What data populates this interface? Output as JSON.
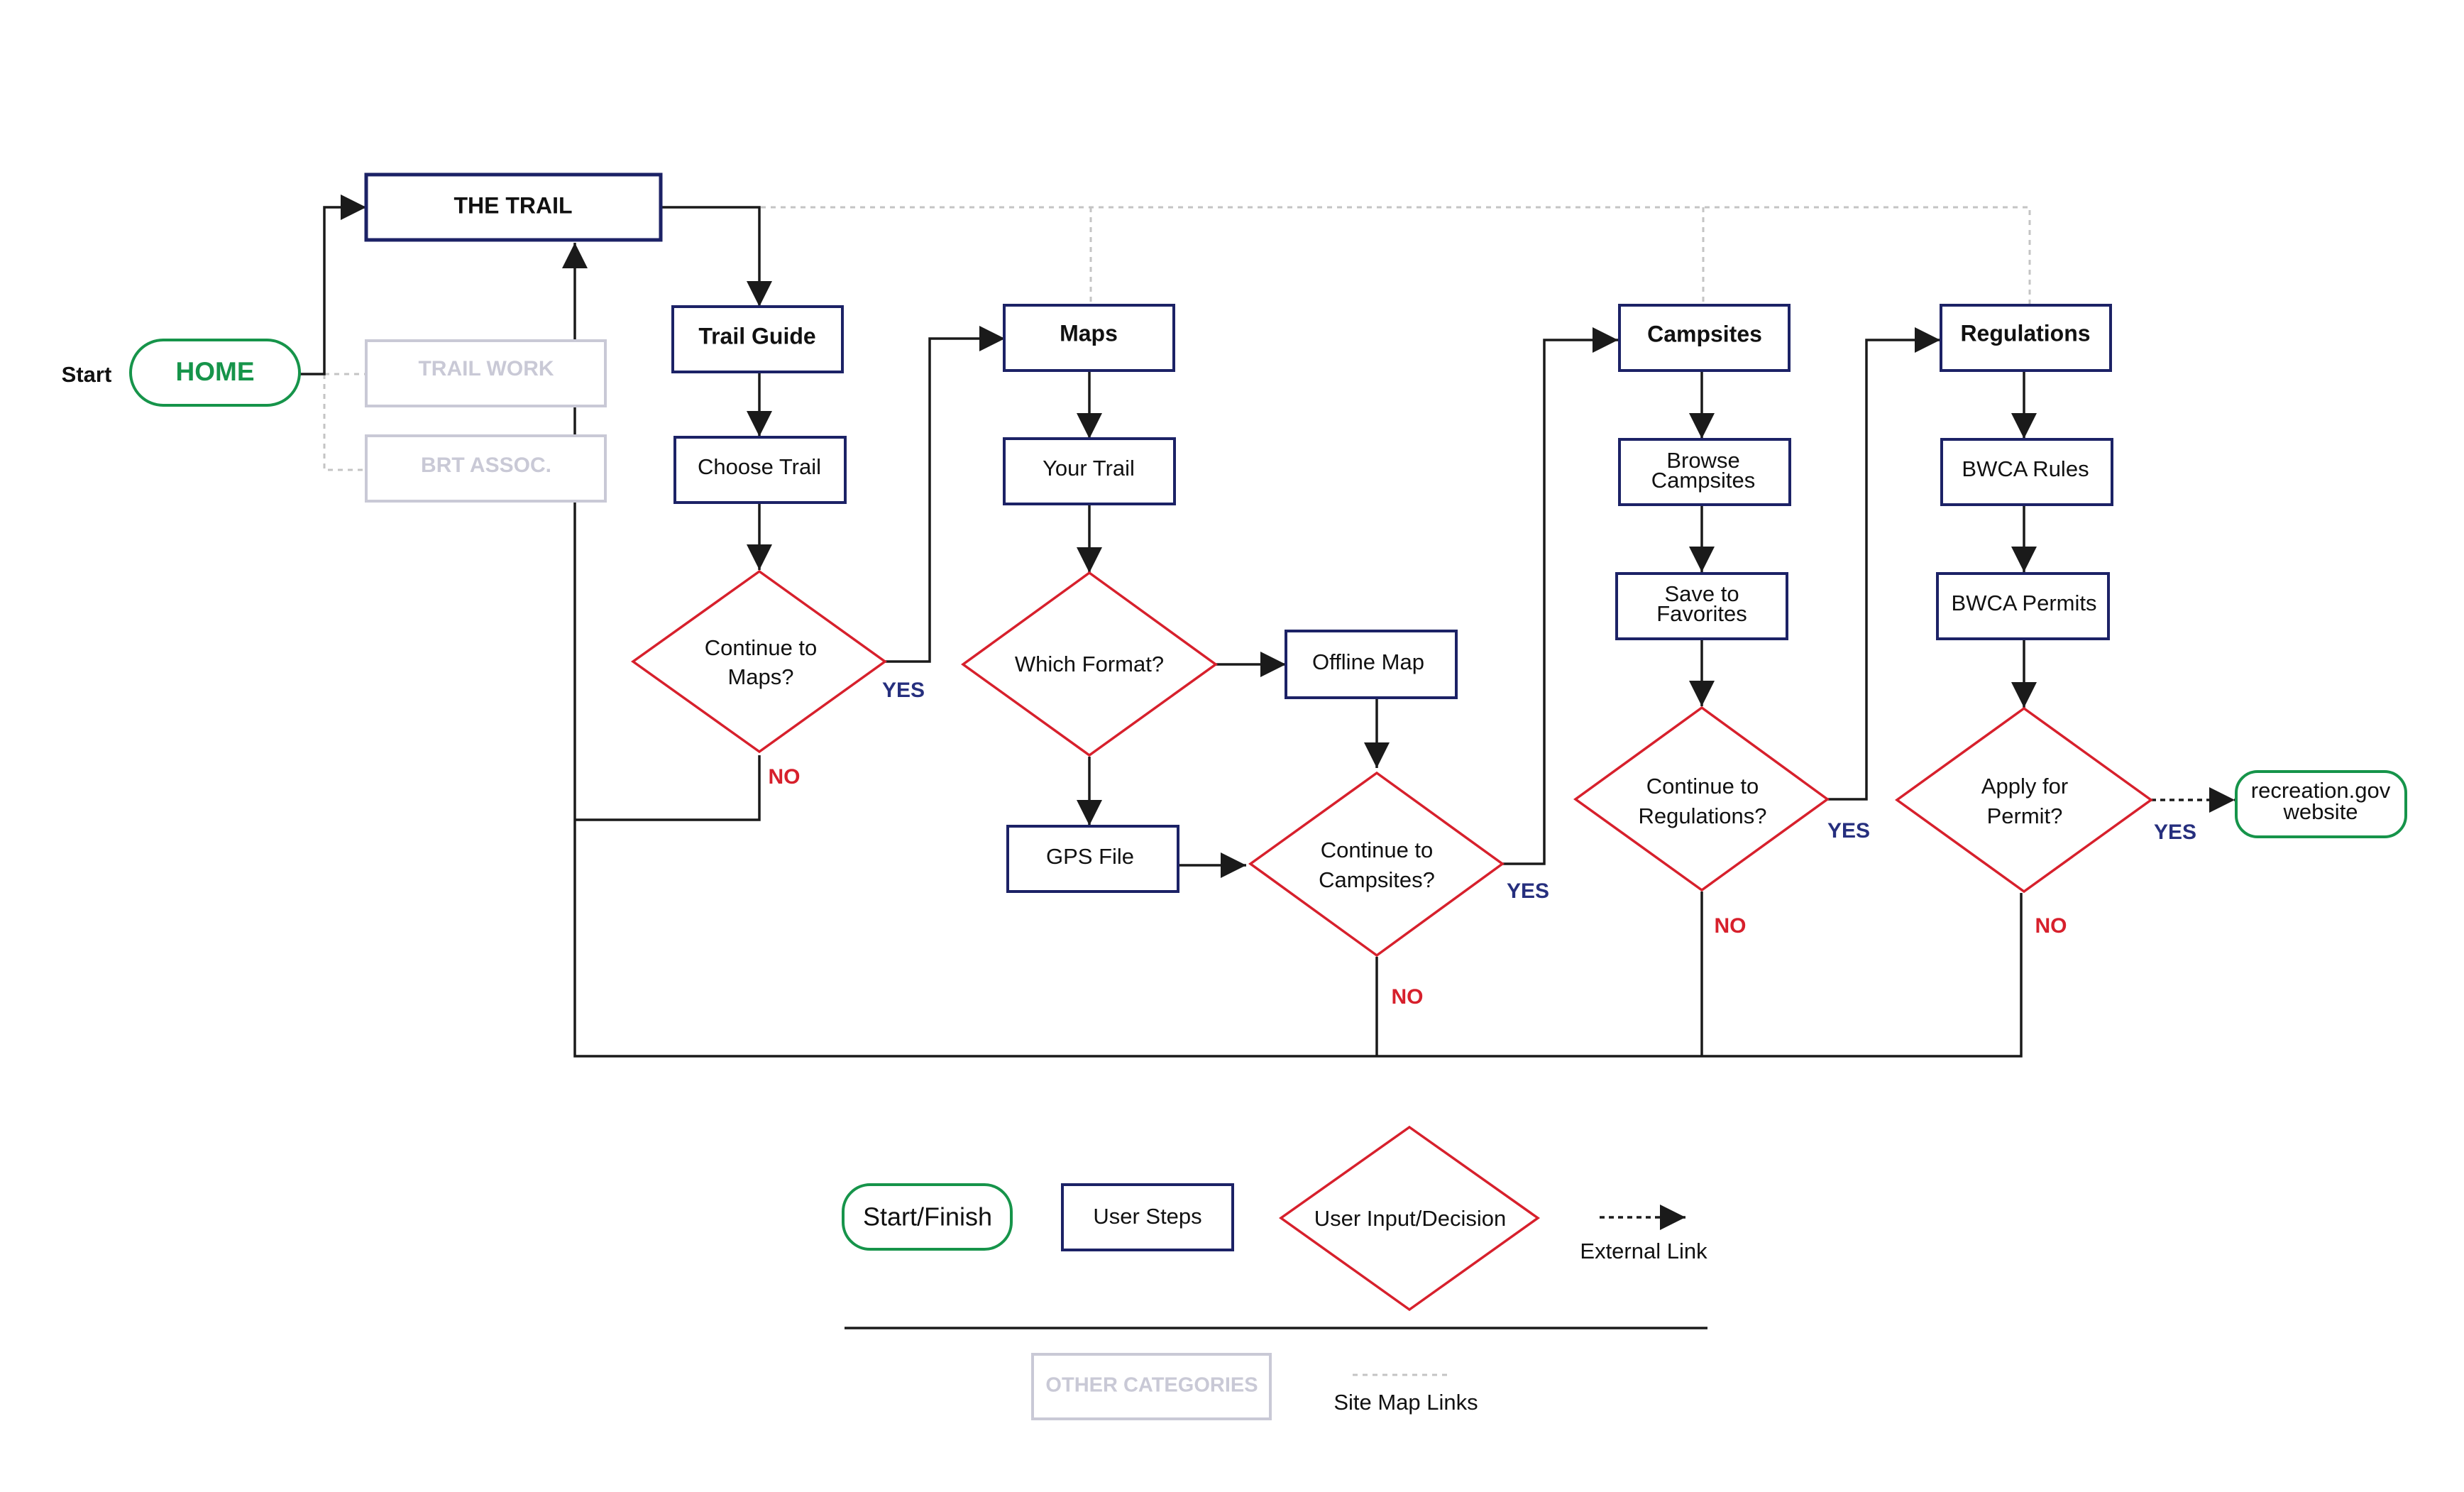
{
  "start_label": "Start",
  "home": "HOME",
  "the_trail": "THE TRAIL",
  "other_categories": [
    "TRAIL WORK",
    "BRT ASSOC."
  ],
  "steps": {
    "trail_guide": "Trail Guide",
    "choose_trail": "Choose Trail",
    "maps": "Maps",
    "your_trail": "Your Trail",
    "offline_map": "Offline Map",
    "gps_file": "GPS File",
    "campsites": "Campsites",
    "browse_campsites": [
      "Browse",
      "Campsites"
    ],
    "save_favorites": [
      "Save to",
      "Favorites"
    ],
    "regulations": "Regulations",
    "bwca_rules": "BWCA Rules",
    "bwca_permits": "BWCA Permits"
  },
  "decisions": {
    "continue_maps": [
      "Continue to",
      "Maps?"
    ],
    "which_format": "Which Format?",
    "continue_campsites": [
      "Continue to",
      "Campsites?"
    ],
    "continue_regulations": [
      "Continue to",
      "Regulations?"
    ],
    "apply_permit": [
      "Apply for",
      "Permit?"
    ]
  },
  "yes": "YES",
  "no": "NO",
  "external": [
    "recreation.gov",
    "website"
  ],
  "legend": {
    "start_finish": "Start/Finish",
    "user_steps": "User Steps",
    "user_input": "User Input/Decision",
    "external_link": "External Link",
    "other_categories": "OTHER CATEGORIES",
    "site_map_links": "Site Map Links"
  },
  "colors": {
    "step_border": "#1c2266",
    "decision_border": "#d7202c",
    "terminal_border": "#16944a",
    "yes_label": "#262f7e",
    "no_label": "#d7202c",
    "inactive": "#c9c9d6"
  }
}
